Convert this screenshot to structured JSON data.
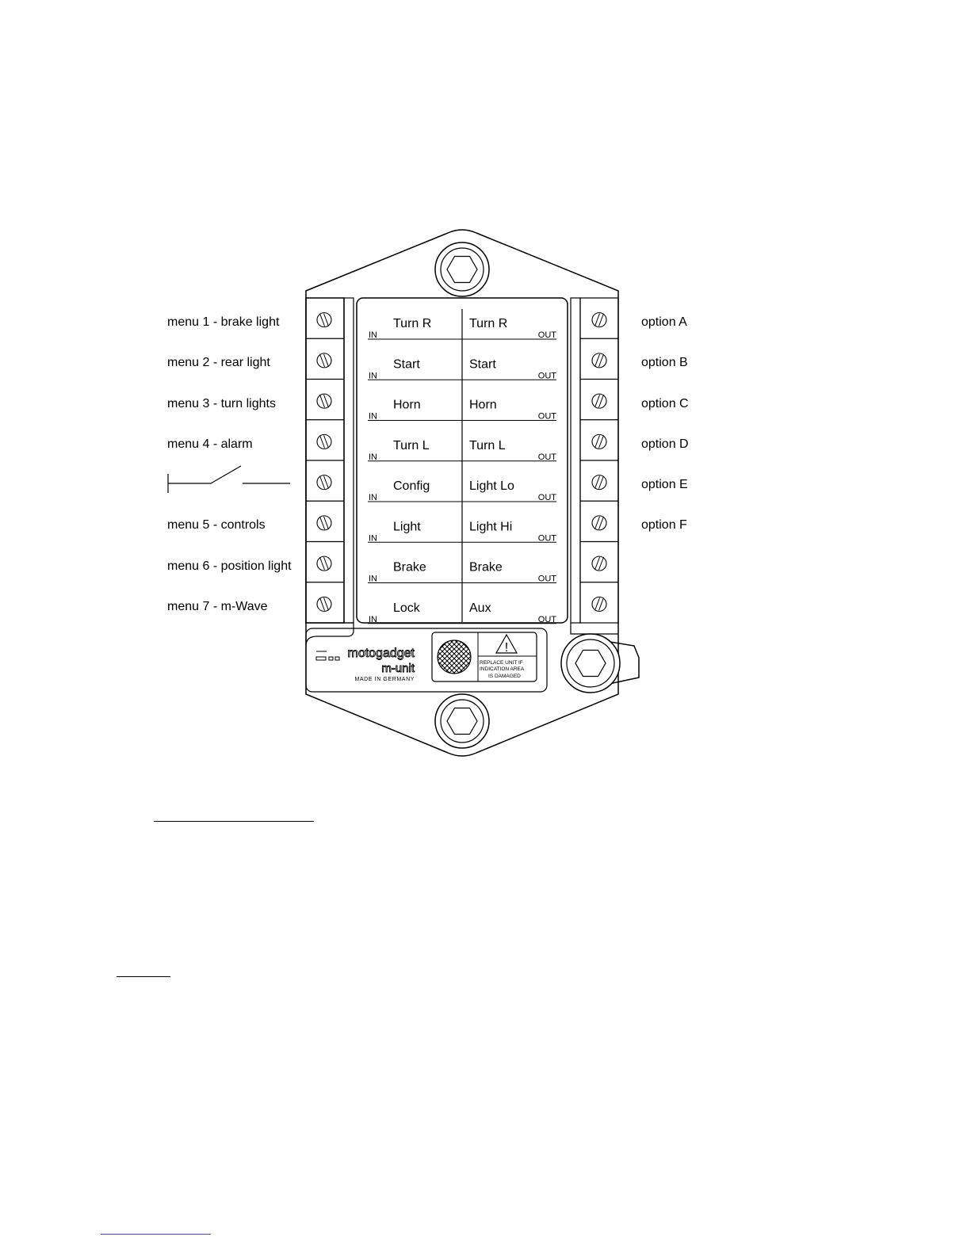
{
  "device": {
    "brand": "motogadget",
    "model": "m-unit",
    "origin": "MADE IN GERMANY",
    "warning_text": [
      "REPLACE UNIT IF",
      "INDICATION AREA",
      "IS DAMAGED"
    ],
    "warning_symbol": "!"
  },
  "terminals": [
    {
      "in": "Turn R",
      "out": "Turn R",
      "in_tag": "IN",
      "out_tag": "OUT"
    },
    {
      "in": "Start",
      "out": "Start",
      "in_tag": "IN",
      "out_tag": "OUT"
    },
    {
      "in": "Horn",
      "out": "Horn",
      "in_tag": "IN",
      "out_tag": "OUT"
    },
    {
      "in": "Turn L",
      "out": "Turn L",
      "in_tag": "IN",
      "out_tag": "OUT"
    },
    {
      "in": "Config",
      "out": "Light Lo",
      "in_tag": "IN",
      "out_tag": "OUT"
    },
    {
      "in": "Light",
      "out": "Light Hi",
      "in_tag": "IN",
      "out_tag": "OUT"
    },
    {
      "in": "Brake",
      "out": "Brake",
      "in_tag": "IN",
      "out_tag": "OUT"
    },
    {
      "in": "Lock",
      "out": "Aux",
      "in_tag": "IN",
      "out_tag": "OUT"
    }
  ],
  "left_labels": [
    "menu 1 - brake light",
    "menu 2 - rear light",
    "menu 3 - turn lights",
    "menu 4 - alarm",
    "",
    "menu 5 - controls",
    "menu 6 - position light",
    "menu 7 - m-Wave"
  ],
  "right_labels": [
    "option A",
    "option B",
    "option C",
    "option D",
    "option E",
    "option F",
    "",
    ""
  ],
  "switch_symbol": "push-button-switch-icon",
  "colors": {
    "line": "#000000",
    "link": "#3b4fd6"
  }
}
